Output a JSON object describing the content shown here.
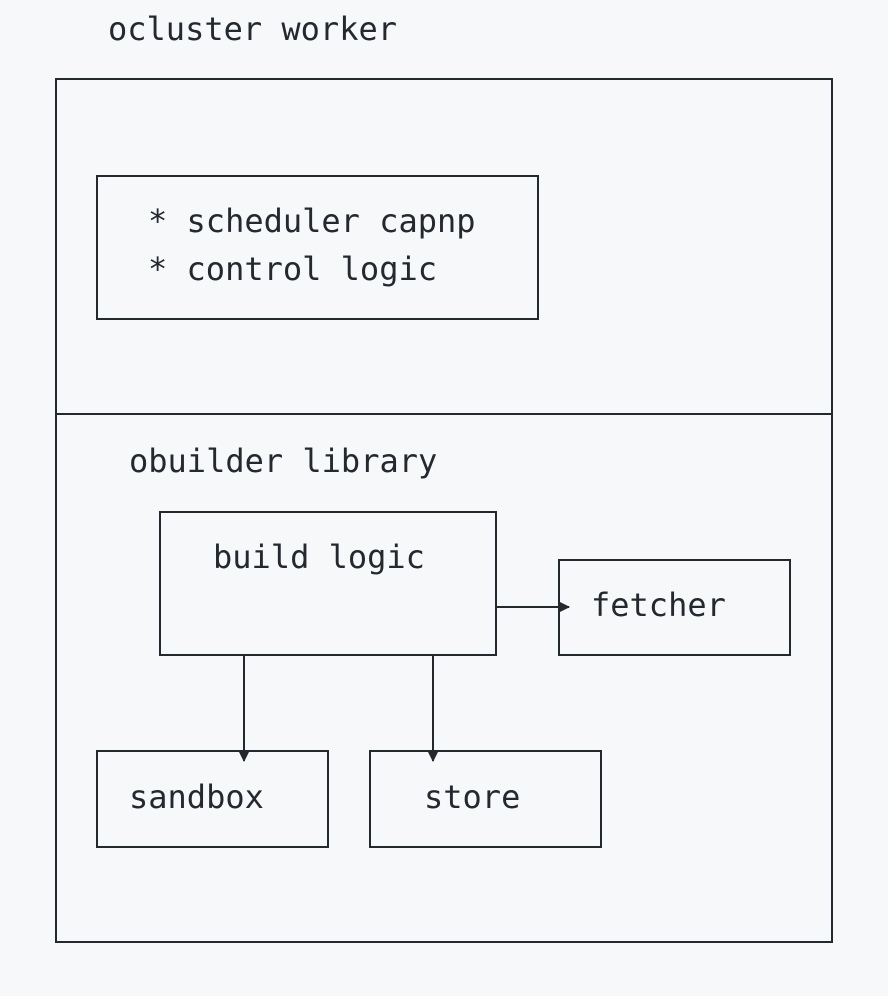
{
  "title": "ocluster worker",
  "worker_box": {
    "bullets": [
      "* scheduler capnp",
      "* control logic"
    ]
  },
  "library": {
    "label": "obuilder library",
    "build_logic": "build logic",
    "fetcher": "fetcher",
    "sandbox": "sandbox",
    "store": "store"
  },
  "colors": {
    "background": "#f6f8fa",
    "stroke": "#24292f"
  }
}
